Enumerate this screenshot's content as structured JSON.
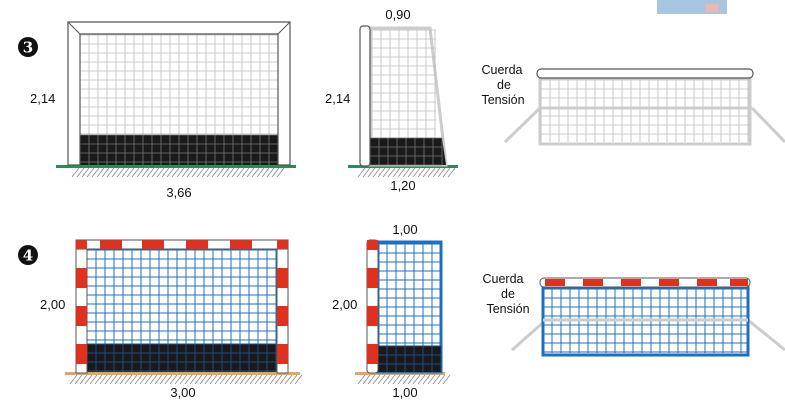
{
  "corner_mark": {
    "color": "#a9c6e0"
  },
  "colors": {
    "frame_white": "#ffffff",
    "frame_outline": "#555555",
    "grid_light": "#bdbdbd",
    "net_dark": "#1a1a1a",
    "ground_green": "#2e8b57",
    "net_blue": "#1e6fc4",
    "stripe_red": "#e0301e",
    "ground_orange": "#e8a55a"
  },
  "rows": [
    {
      "badge": "3",
      "front": {
        "height_label": "2,14",
        "width_label": "3,66"
      },
      "side": {
        "height_label": "2,14",
        "top_label": "0,90",
        "bottom_label": "1,20"
      },
      "tension": {
        "line1": "Cuerda",
        "line2": "de",
        "line3": "Tensión"
      }
    },
    {
      "badge": "4",
      "front": {
        "height_label": "2,00",
        "width_label": "3,00"
      },
      "side": {
        "height_label": "2,00",
        "top_label": "1,00",
        "bottom_label": "1,00"
      },
      "tension": {
        "line1": "Cuerda",
        "line2": "de",
        "line3": "Tensión"
      }
    }
  ]
}
